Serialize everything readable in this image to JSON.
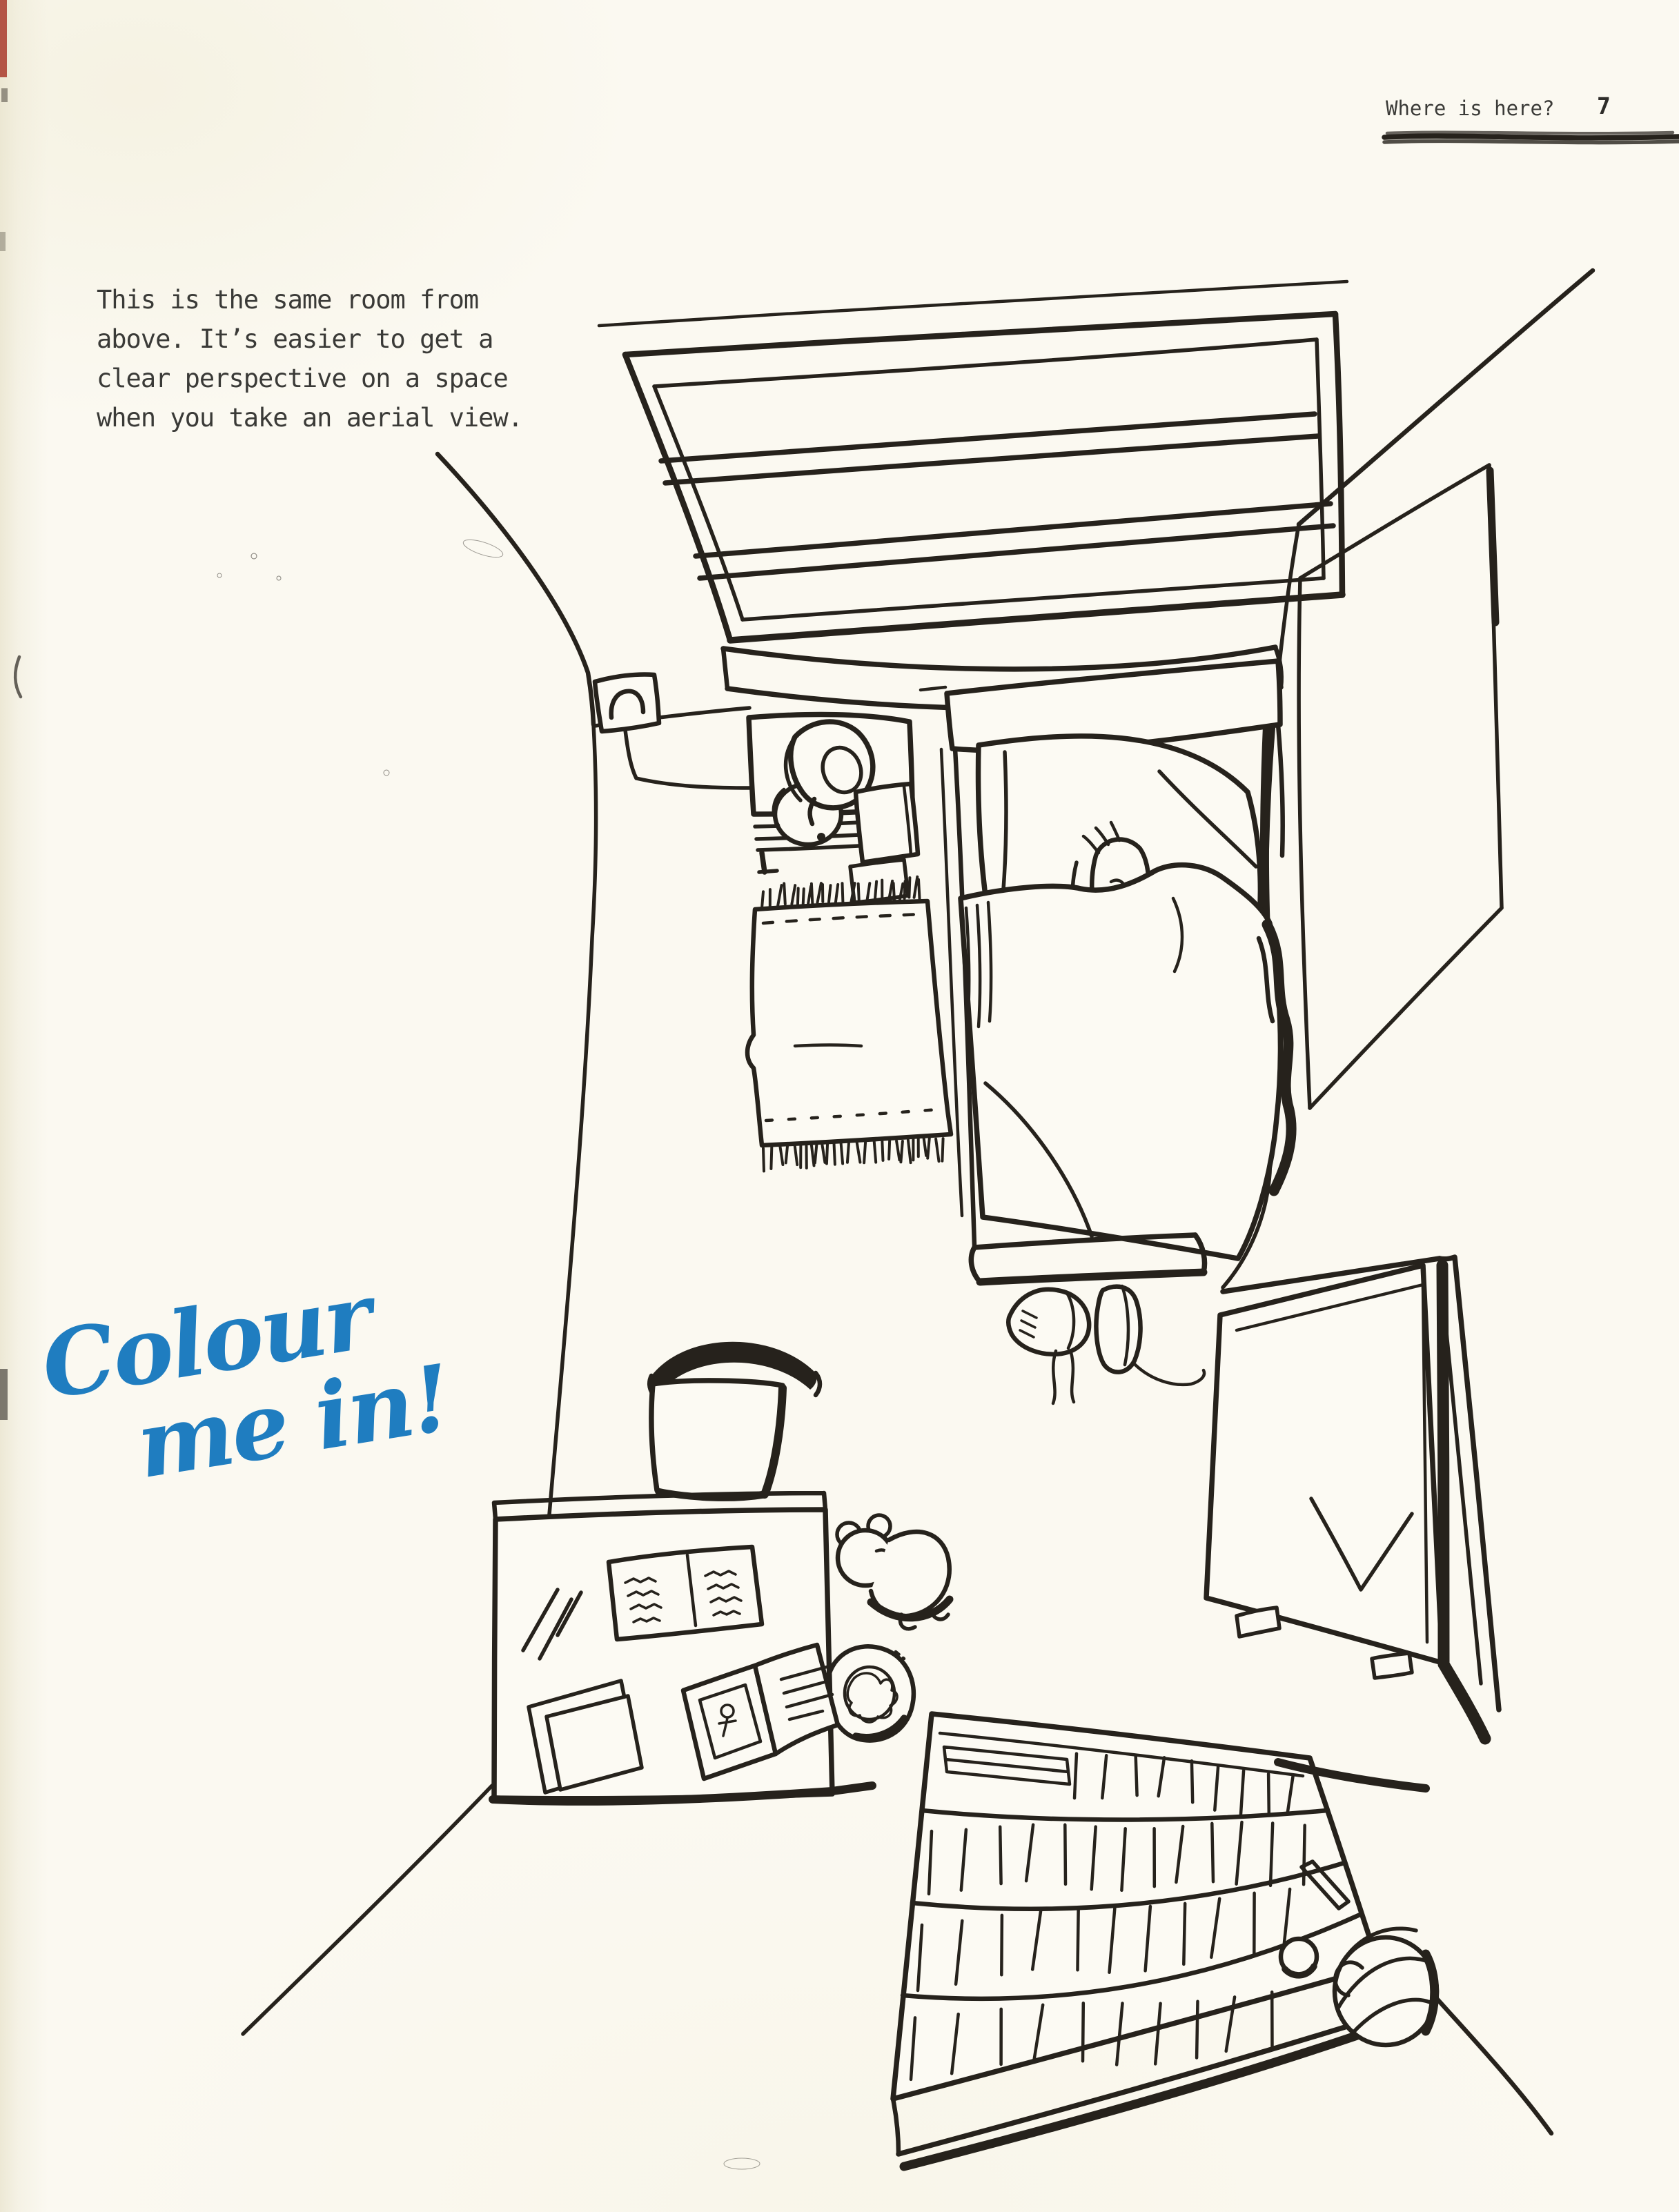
{
  "header": {
    "title": "Where is here?",
    "page_number": "7",
    "underline_color": "#176fa8"
  },
  "intro": {
    "line1": "This is the same room from",
    "line2": "above. It’s easier to get a",
    "line3": "clear perspective on a space",
    "line4": "when you take an aerial view.",
    "text_color": "#3a3a37"
  },
  "annotation": {
    "line1": "Colour",
    "line2": "me in!",
    "color": "#1f7dc0"
  },
  "illustration": {
    "title": "Aerial view line drawing of a bedroom",
    "ink_color": "#26221c",
    "objects": [
      "window",
      "window-sill",
      "power-outlet",
      "power-cord",
      "bedside-table",
      "lamp",
      "notepad",
      "bed",
      "headboard",
      "pillow",
      "sleeping-person",
      "duvet",
      "rug",
      "wall-window",
      "open-door",
      "door-knob",
      "trainers",
      "shoelaces",
      "desk",
      "chair",
      "notebook",
      "pencils",
      "papers",
      "magazine",
      "teddy-bear",
      "waste-paper-basket",
      "bookshelf",
      "books",
      "ball"
    ]
  }
}
